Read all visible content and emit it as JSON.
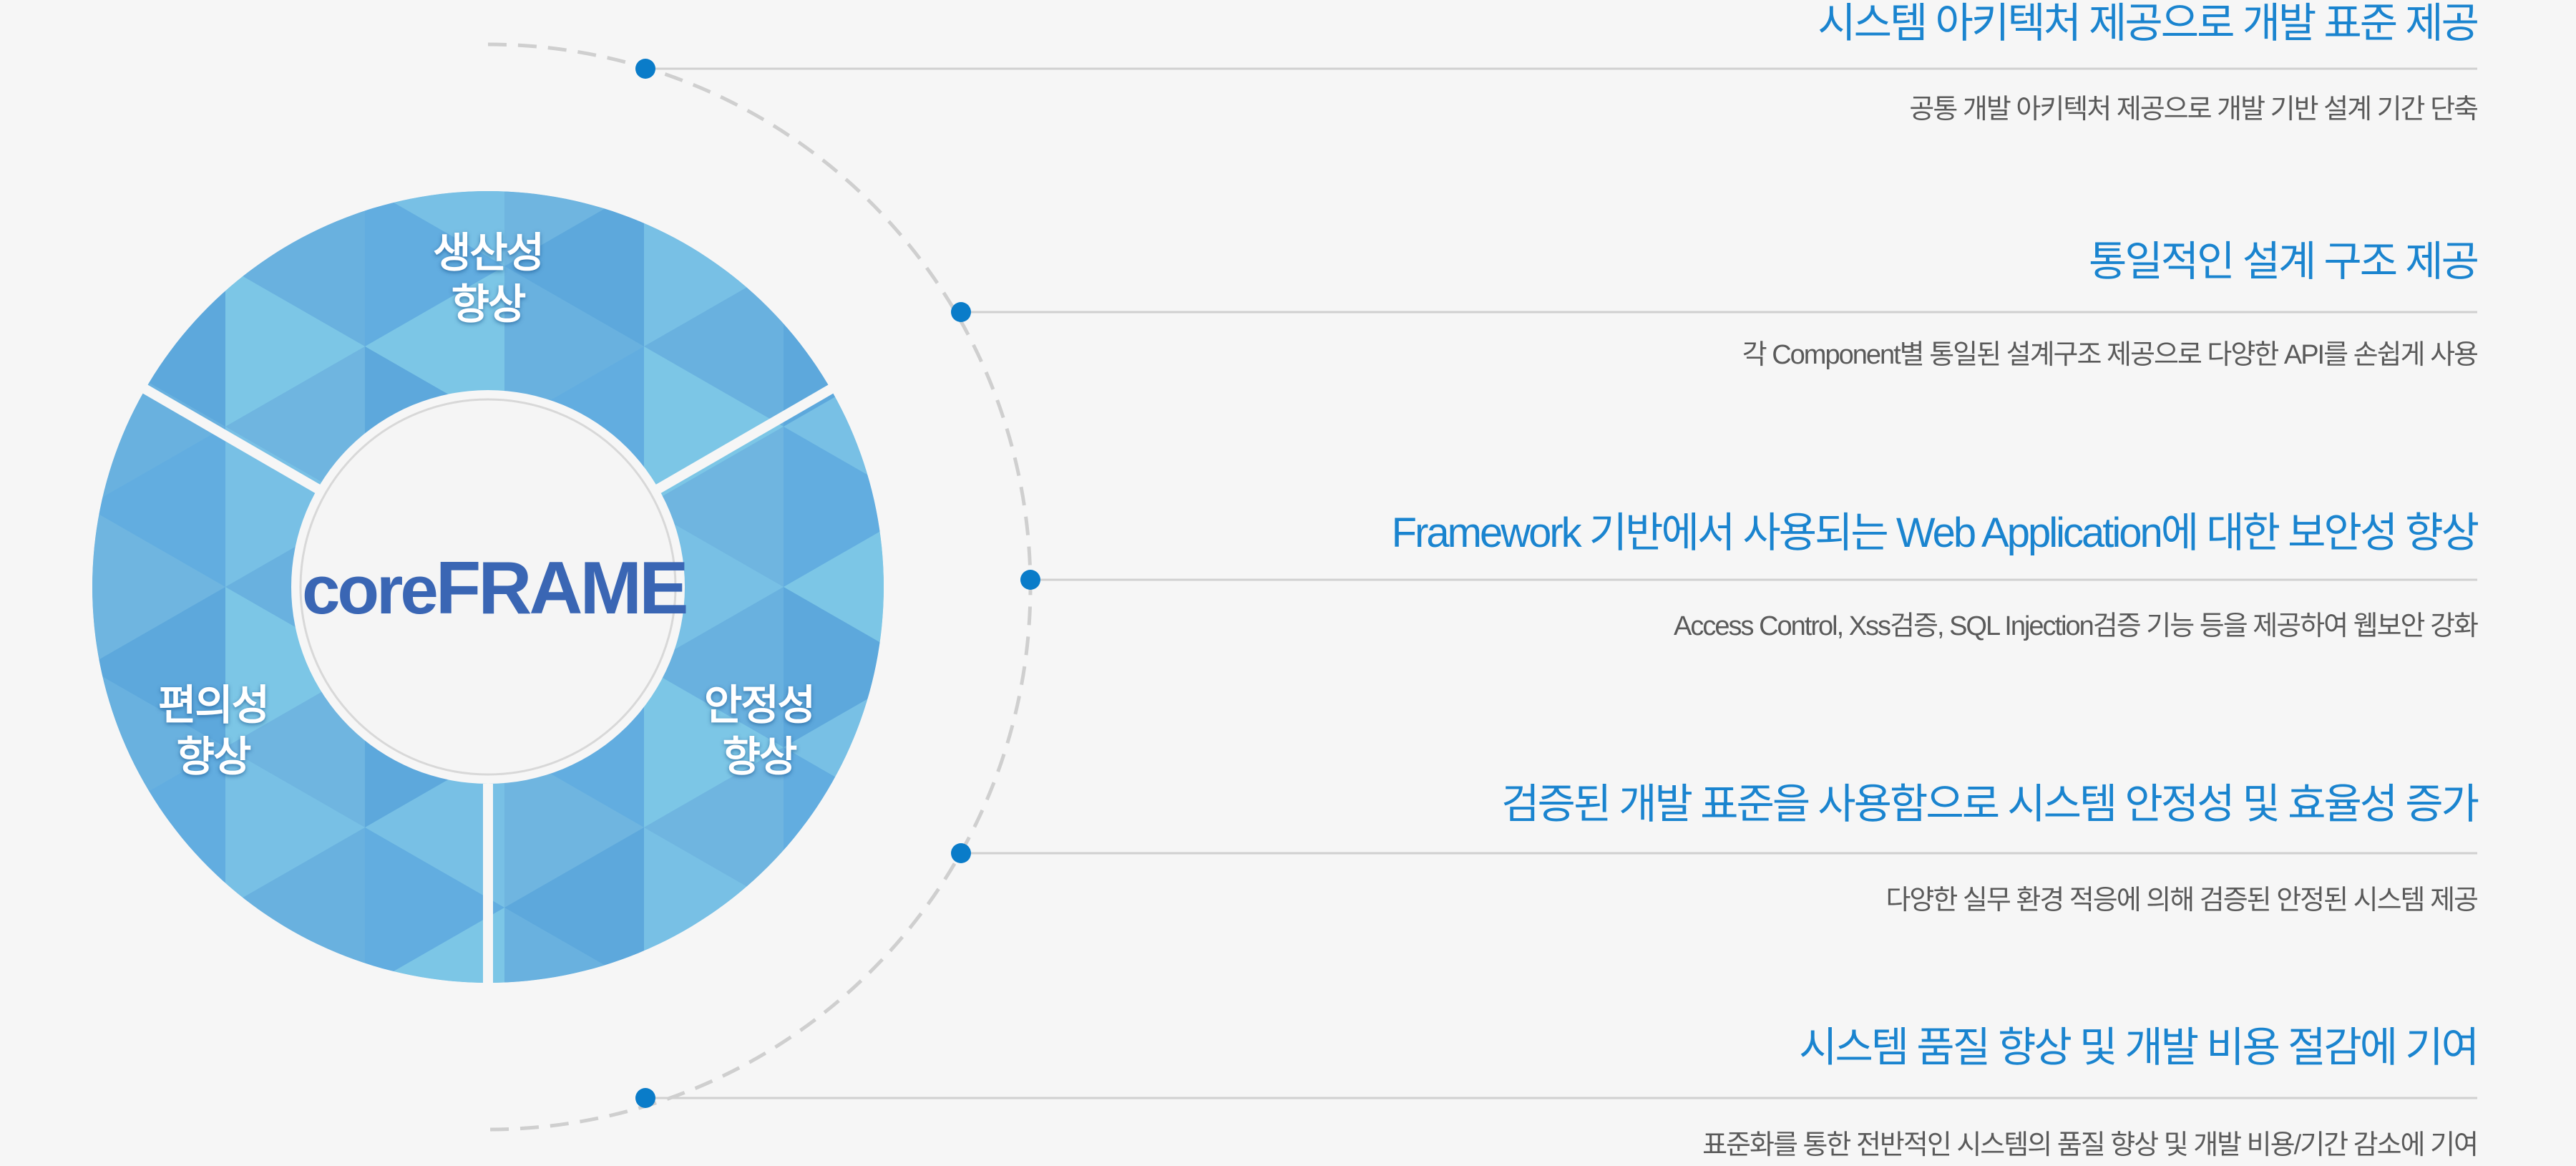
{
  "diagram": {
    "center_logo": {
      "prefix": "core",
      "suffix": "FRAME"
    },
    "segments": [
      {
        "line1": "생산성",
        "line2": "향상"
      },
      {
        "line1": "편의성",
        "line2": "향상"
      },
      {
        "line1": "안정성",
        "line2": "향상"
      }
    ]
  },
  "features": [
    {
      "title": "시스템 아키텍처 제공으로 개발 표준 제공",
      "description": "공통 개발 아키텍처 제공으로 개발 기반 설계 기간 단축"
    },
    {
      "title": "통일적인 설계 구조 제공",
      "description": "각 Component별 통일된 설계구조 제공으로 다양한 API를 손쉽게 사용"
    },
    {
      "title": "Framework 기반에서 사용되는 Web Application에 대한 보안성 향상",
      "description": "Access Control, Xss검증, SQL Injection검증 기능 등을 제공하여 웹보안 강화"
    },
    {
      "title": "검증된 개발 표준을 사용함으로 시스템 안정성 및 효율성 증가",
      "description": "다양한 실무 환경 적응에 의해 검증된 안정된 시스템 제공"
    },
    {
      "title": "시스템 품질 향상 및 개발 비용 절감에 기여",
      "description": "표준화를 통한 전반적인 시스템의 품질 향상 및 개발 비용/기간 감소에 기여"
    }
  ],
  "colors": {
    "background": "#f6f6f6",
    "accent": "#1a84cf",
    "dot": "#0a7cc9",
    "ring": "#6cb6e2",
    "logo": "#3a66b4",
    "description": "#5a5a5a",
    "divider": "#d0d0d0"
  }
}
